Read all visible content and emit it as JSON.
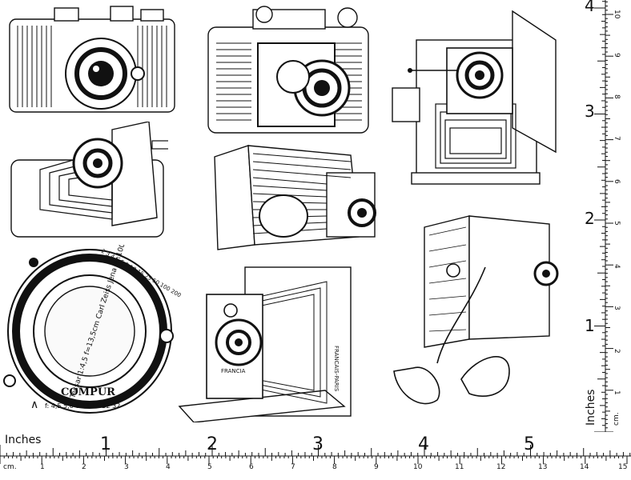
{
  "ruler_bottom": {
    "inches_label": "Inches",
    "cm_label": "cm.",
    "inch_numbers": [
      "1",
      "2",
      "3",
      "4",
      "5"
    ],
    "cm_numbers": [
      "1",
      "2",
      "3",
      "4",
      "5",
      "6",
      "7",
      "8",
      "9",
      "10",
      "11",
      "12",
      "13",
      "14",
      "15"
    ]
  },
  "ruler_right": {
    "inches_label": "Inches",
    "cm_label": "cm.",
    "inch_numbers": [
      "1",
      "2",
      "3",
      "4"
    ],
    "cm_numbers": [
      "1",
      "2",
      "3",
      "4",
      "5",
      "6",
      "7",
      "8",
      "9",
      "10"
    ]
  },
  "lens_text": {
    "ring": "Tessar 1:4,5 f=13,5cm Carl Zeiss Jena Nr.1003441",
    "compur": "COMPUR",
    "apertures": "f: 4,5   5,6   8   11 16 22 32",
    "distances": "2  3  4  5  6  8  10  15  25  50  100  200",
    "arrow": "∧"
  },
  "folding_camera_text": {
    "front_label": "FRANCIA",
    "side_label": "FRANCAIS-PARIS"
  },
  "colors": {
    "ink": "#111111",
    "paper": "#ffffff"
  }
}
